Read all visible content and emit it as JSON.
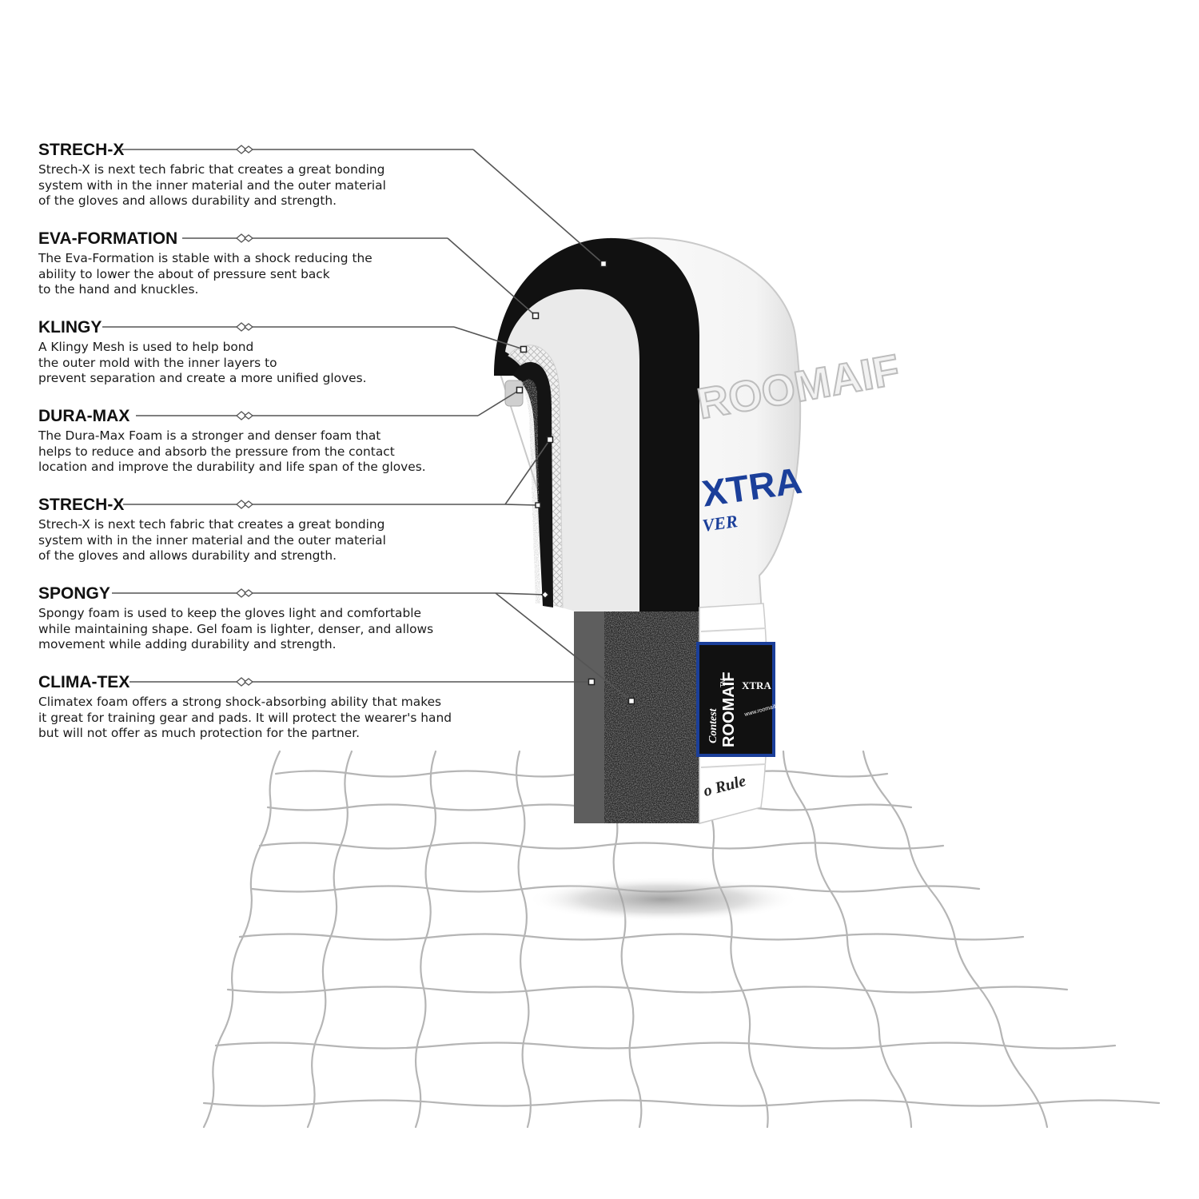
{
  "layers": [
    {
      "title": "STRECH-X",
      "lines": [
        "Strech-X is next tech fabric that creates a great bonding",
        "system with in the inner material and the outer material",
        "of the gloves and allows durability and strength."
      ]
    },
    {
      "title": "EVA-FORMATION",
      "lines": [
        "The Eva-Formation is stable with a shock reducing the",
        "ability to lower the about of pressure sent back",
        "to the hand and knuckles."
      ]
    },
    {
      "title": "KLINGY",
      "lines": [
        "A Klingy Mesh is used to help bond",
        "the outer mold with the inner layers to",
        "prevent separation and create a more unified gloves."
      ]
    },
    {
      "title": "DURA-MAX",
      "lines": [
        "The Dura-Max Foam is a stronger and denser foam that",
        "helps to reduce and absorb the pressure from the contact",
        "location and improve the durability and life span of the gloves."
      ]
    },
    {
      "title": "STRECH-X",
      "lines": [
        "Strech-X is next tech fabric that creates a great bonding",
        "system with in the inner material and the outer material",
        "of the gloves and allows durability and strength."
      ]
    },
    {
      "title": "SPONGY",
      "lines": [
        "Spongy foam is used to keep the gloves light and comfortable",
        "while maintaining shape. Gel foam is lighter, denser, and allows",
        "movement while adding durability and strength."
      ]
    },
    {
      "title": "CLIMA-TEX",
      "lines": [
        "Climatex foam offers a strong shock-absorbing ability that makes",
        "it great for training gear and pads. It will protect the wearer's hand",
        "but will not offer as much protection for the partner."
      ]
    }
  ],
  "glove": {
    "brand_text": "ROOMAIF",
    "model_text": "XTRA",
    "model_sub_text": "VER",
    "label_brand": "ROOMAIF",
    "label_model": "XTRA",
    "label_url": "www.roomaif.de",
    "label_tm": "TM",
    "label_script": "Contest",
    "strap_text": "o Rule"
  },
  "colors": {
    "outer_shell": "#ffffff",
    "black_layer": "#111111",
    "eva_layer": "#ececec",
    "foam_dark": "#2a2a2a",
    "grey_panel": "#5e5e5e",
    "leader_line": "#555555",
    "floor_grid": "#b5b5b5",
    "brand_blue": "#1b3f9a"
  }
}
